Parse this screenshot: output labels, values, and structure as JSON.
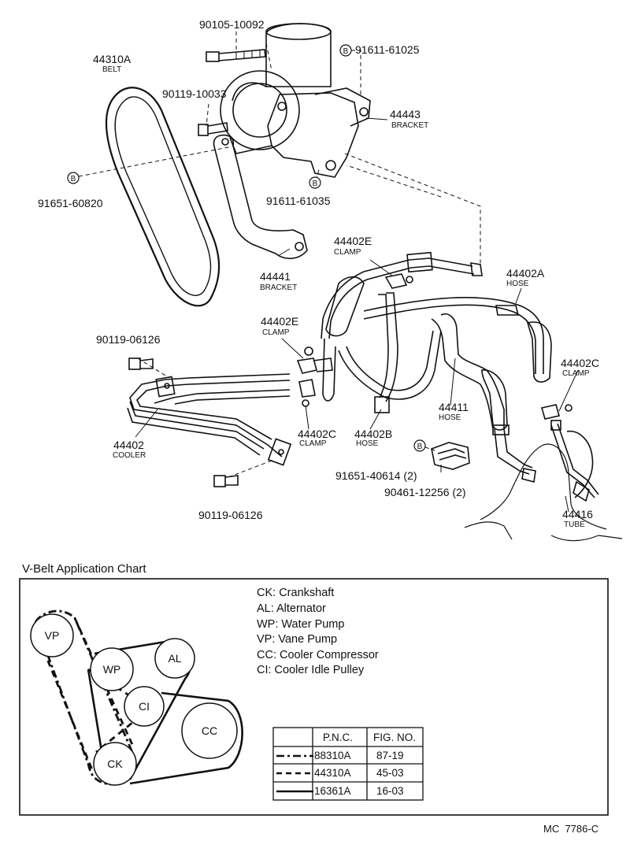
{
  "upper_diagram": {
    "parts": [
      {
        "number": "90105-10092"
      },
      {
        "number": "91611-61025"
      },
      {
        "number": "44310A",
        "desc": "BELT"
      },
      {
        "number": "90119-10033"
      },
      {
        "number": "44443",
        "desc": "BRACKET"
      },
      {
        "number": "91651-60820"
      },
      {
        "number": "91611-61035"
      },
      {
        "number": "44441",
        "desc": "BRACKET"
      },
      {
        "number": "44402E",
        "desc": "CLAMP"
      },
      {
        "number": "44402A",
        "desc": "HOSE"
      },
      {
        "number": "44402E",
        "desc": "CLAMP"
      },
      {
        "number": "90119-06126"
      },
      {
        "number": "44402C",
        "desc": "CLAMP"
      },
      {
        "number": "44411",
        "desc": "HOSE"
      },
      {
        "number": "44402",
        "desc": "COOLER"
      },
      {
        "number": "44402C",
        "desc": "CLAMP"
      },
      {
        "number": "44402B",
        "desc": "HOSE"
      },
      {
        "number": "91651-40614 (2)"
      },
      {
        "number": "90461-12256 (2)"
      },
      {
        "number": "44416",
        "desc": "TUBE"
      },
      {
        "number": "90119-06126"
      }
    ],
    "b_marker": "B"
  },
  "vbelt_chart": {
    "title": "V-Belt Application Chart",
    "legend": [
      "CK: Crankshaft",
      "AL: Alternator",
      "WP: Water Pump",
      "VP: Vane Pump",
      "CC: Cooler Compressor",
      "CI: Cooler Idle Pulley"
    ],
    "pulleys": [
      "VP",
      "WP",
      "AL",
      "CI",
      "CC",
      "CK"
    ],
    "table": {
      "headers": [
        "P.N.C.",
        "FIG. NO."
      ],
      "rows": [
        {
          "pnc": "88310A",
          "fig": "87-19",
          "line": "dash-dot"
        },
        {
          "pnc": "44310A",
          "fig": "45-03",
          "line": "dashed"
        },
        {
          "pnc": "16361A",
          "fig": "16-03",
          "line": "solid"
        }
      ]
    }
  },
  "code": "MC  7786-C"
}
